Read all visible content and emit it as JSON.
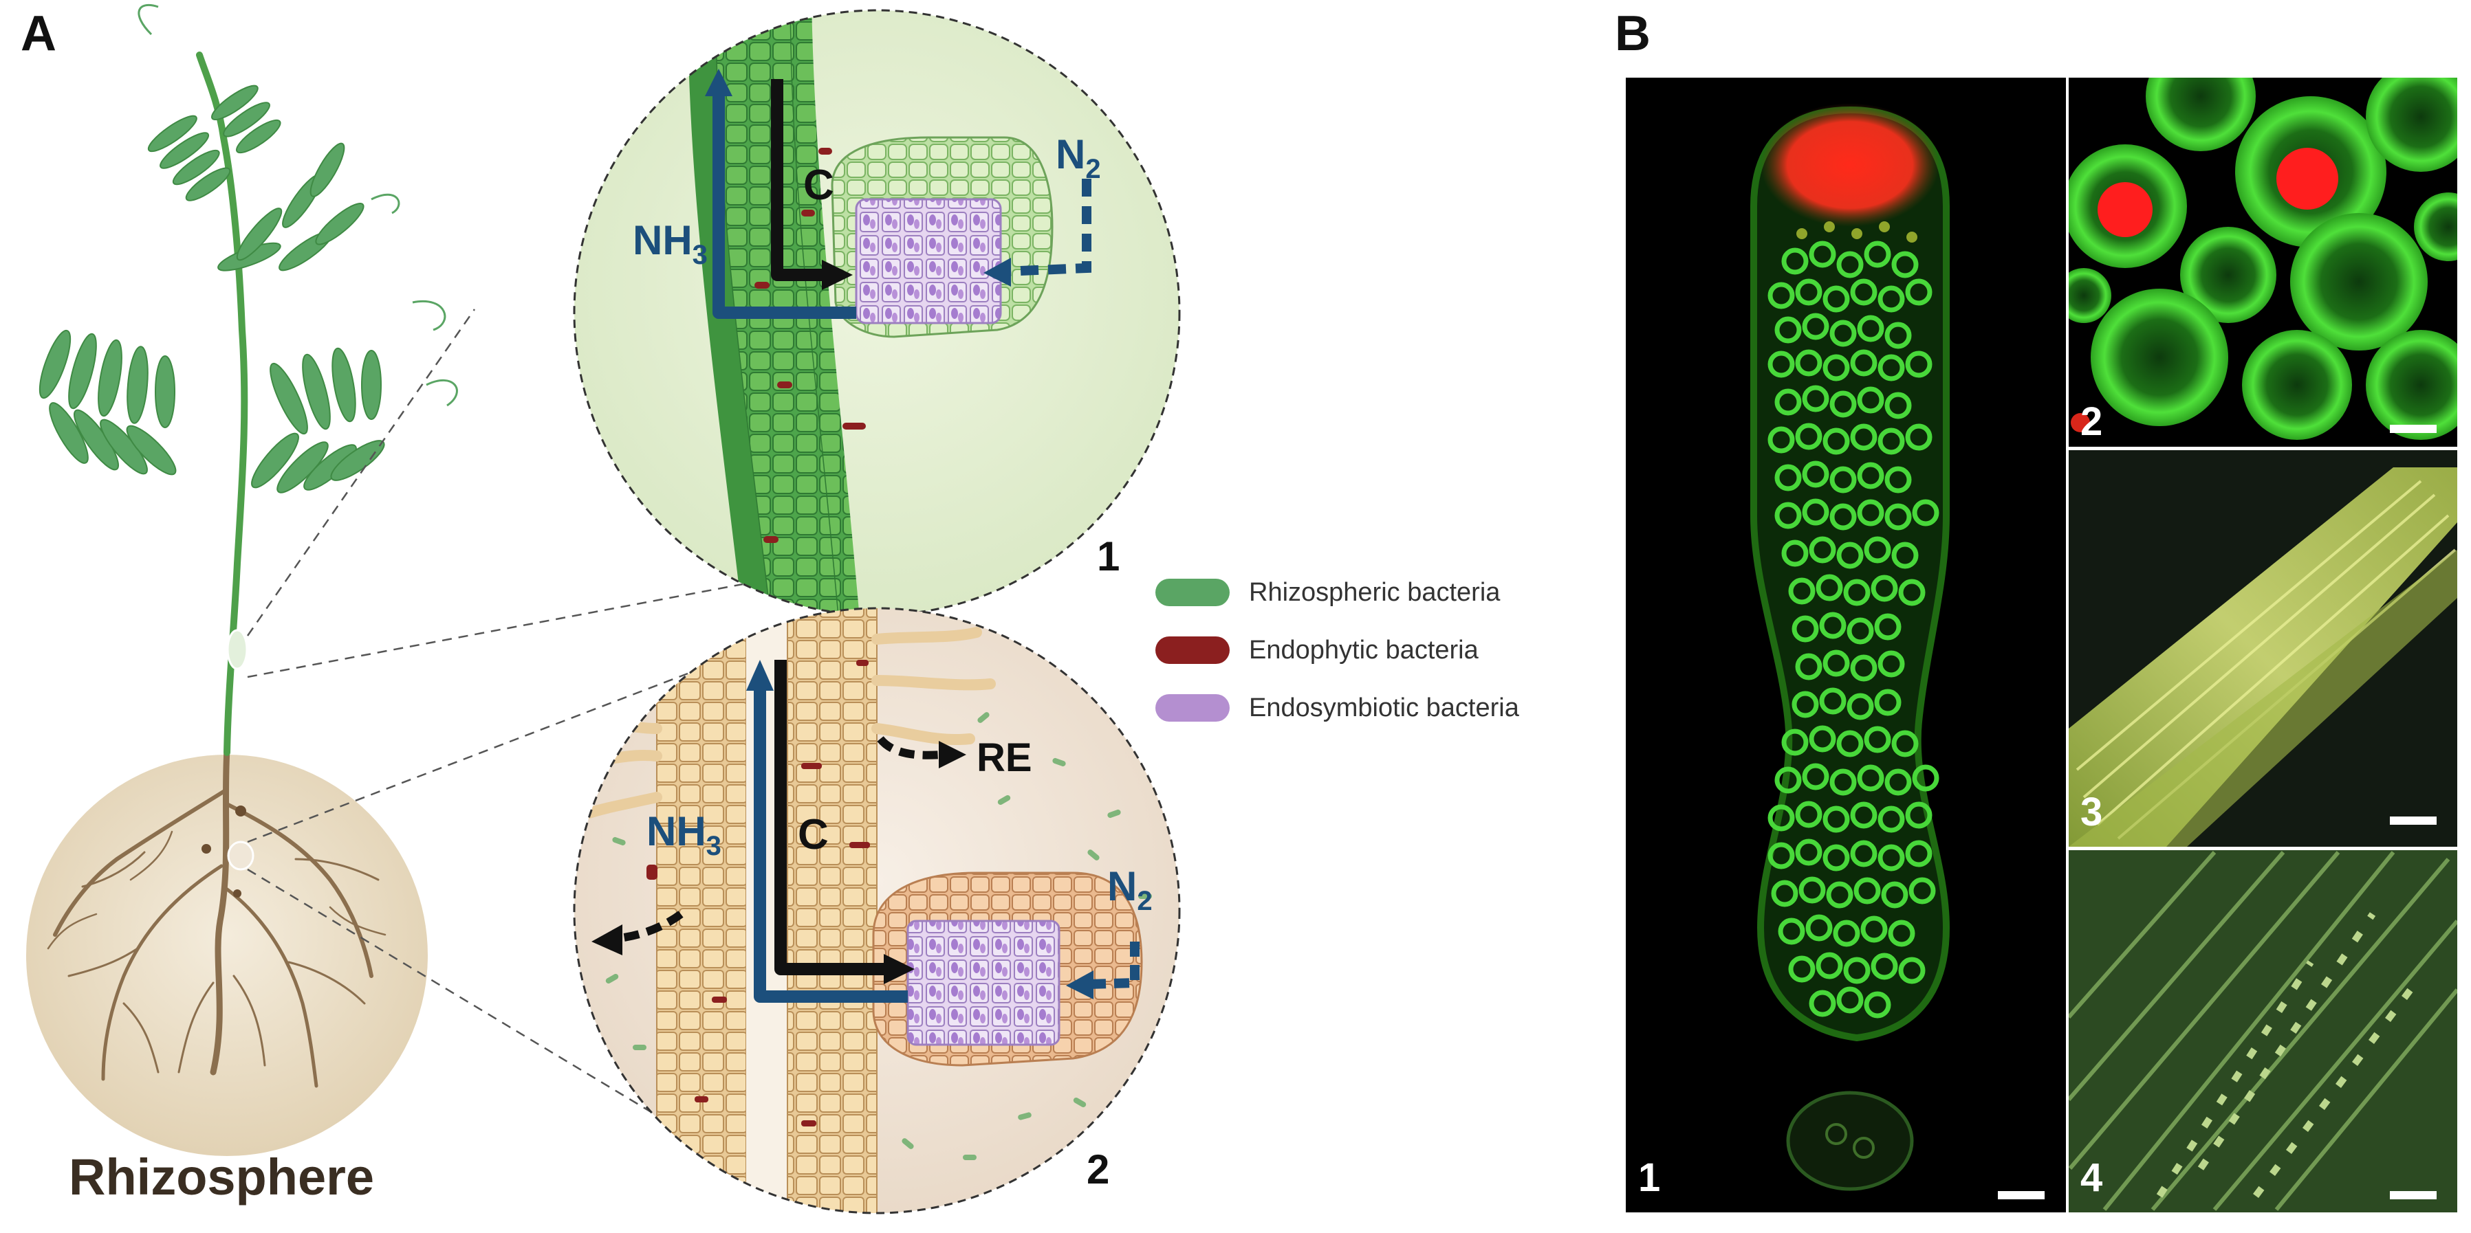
{
  "panels": {
    "a": {
      "letter": "A"
    },
    "b": {
      "letter": "B"
    }
  },
  "plant": {
    "soil_label": "Rhizosphere"
  },
  "zoom_views": [
    {
      "number": "1",
      "labels": {
        "ammonia": "NH",
        "ammonia_sub": "3",
        "carbon": "C",
        "nitrogen": "N",
        "nitrogen_sub": "2"
      }
    },
    {
      "number": "2",
      "labels": {
        "ammonia": "NH",
        "ammonia_sub": "3",
        "carbon": "C",
        "nitrogen": "N",
        "nitrogen_sub": "2",
        "exudates": "RE"
      }
    }
  ],
  "legend": [
    {
      "label": "Rhizospheric bacteria",
      "color": "#5aa564"
    },
    {
      "label": "Endophytic bacteria",
      "color": "#8b1f1f"
    },
    {
      "label": "Endosymbiotic bacteria",
      "color": "#b48fd0"
    }
  ],
  "micrographs": [
    {
      "number": "1"
    },
    {
      "number": "2"
    },
    {
      "number": "3"
    },
    {
      "number": "4"
    }
  ],
  "colors": {
    "flux_arrow": "#1c4f7c",
    "carbon_arrow": "#111111",
    "leaf_green": "#5aa564",
    "root_brown": "#8b6f4e",
    "soil": "#e8dcc4"
  }
}
